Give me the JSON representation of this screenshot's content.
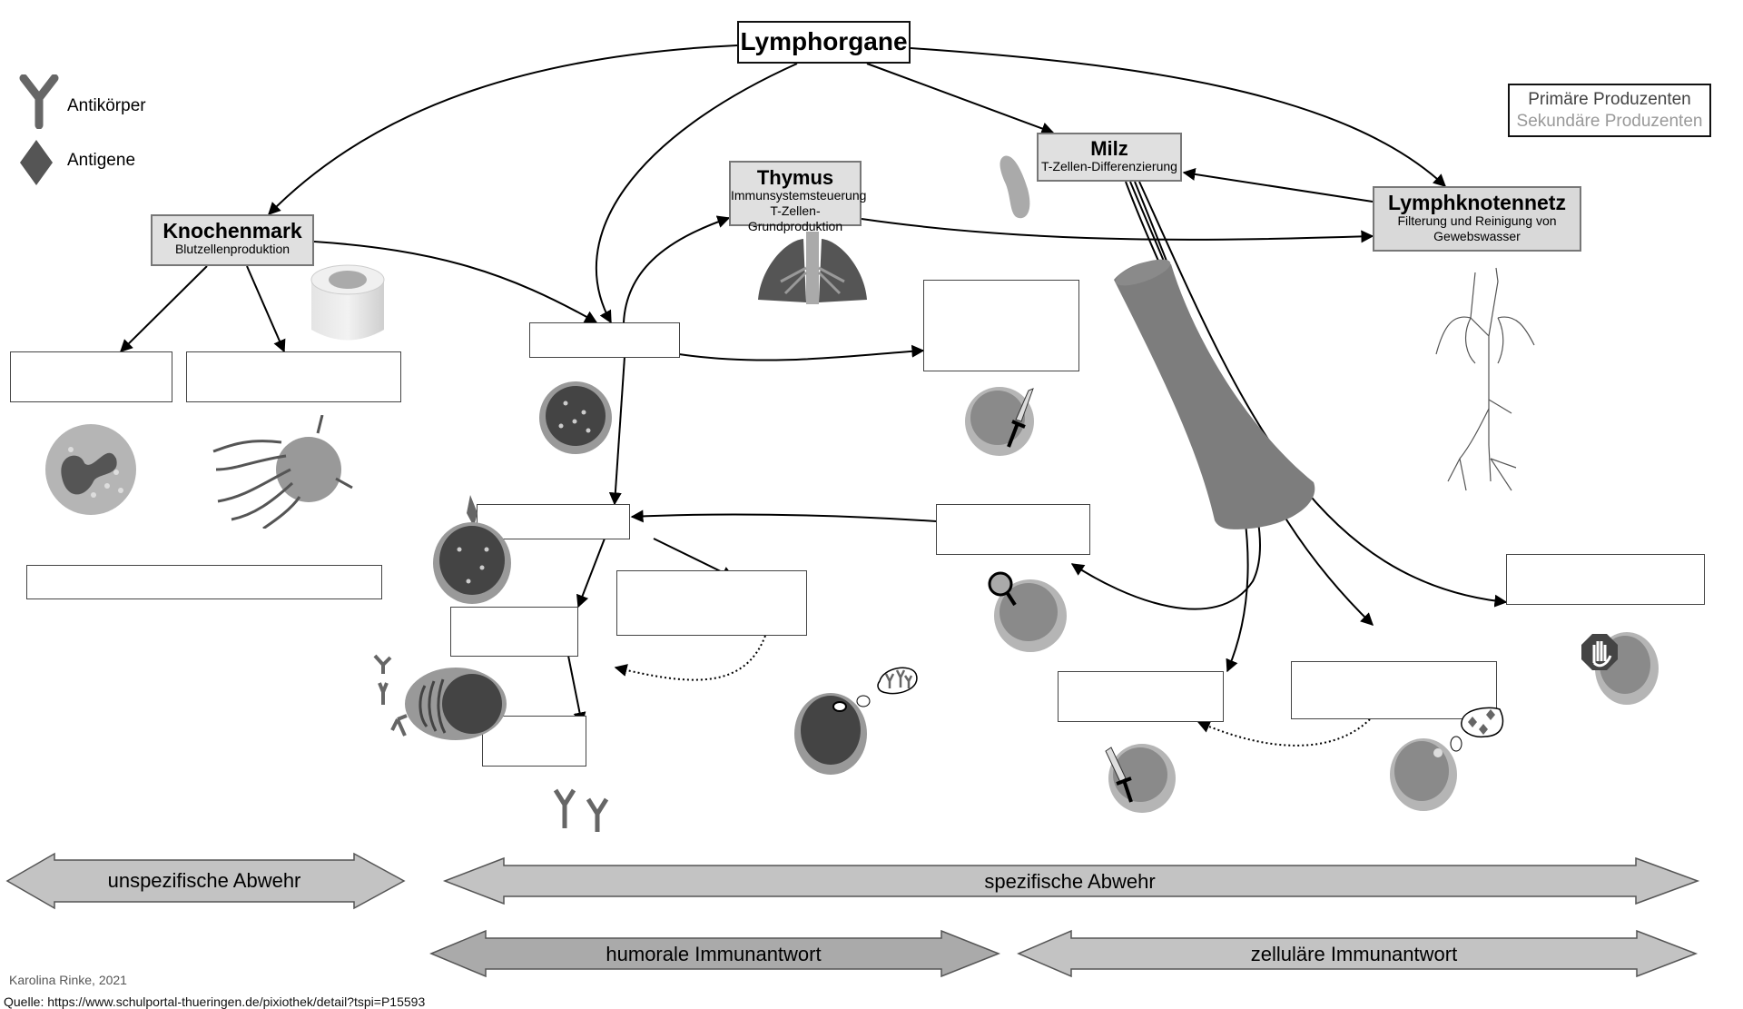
{
  "title": "Lymphorgane",
  "legend": {
    "antibody_label": "Antikörper",
    "antigen_label": "Antigene",
    "producers_primary": "Primäre Produzenten",
    "producers_secondary": "Sekundäre Produzenten",
    "colors": {
      "primary": "#444444",
      "secondary": "#999999"
    }
  },
  "organs": {
    "knochenmark": {
      "title": "Knochenmark",
      "subtitle": "Blutzellenproduktion",
      "icon": "bone-marrow-icon"
    },
    "thymus": {
      "title": "Thymus",
      "line1": "Immunsystemsteuerung",
      "line2": "T-Zellen-Grundproduktion",
      "icon": "lungs-thymus-icon"
    },
    "milz": {
      "title": "Milz",
      "subtitle": "T-Zellen-Differenzierung",
      "icon": "spleen-icon"
    },
    "lymphknotennetz": {
      "title": "Lymphknotennetz",
      "line1": "Filterung und Reinigung von",
      "line2": "Gewebswasser",
      "icon": "lymph-network-icon"
    }
  },
  "blank_boxes_count": 15,
  "cells": [
    {
      "name": "granulocyte",
      "icon": "granulocyte-icon"
    },
    {
      "name": "macrophage",
      "icon": "macrophage-icon"
    },
    {
      "name": "lymphocyte",
      "icon": "lymphocyte-icon"
    },
    {
      "name": "killer-t-cell",
      "icon": "sword-cell-icon"
    },
    {
      "name": "b-cell-antigen",
      "icon": "b-cell-icon"
    },
    {
      "name": "plasma-cell",
      "icon": "plasma-cell-icon"
    },
    {
      "name": "memory-b-cell",
      "icon": "memory-b-cell-icon"
    },
    {
      "name": "helper-t-cell",
      "icon": "magnifier-cell-icon"
    },
    {
      "name": "cytotoxic-t-cell",
      "icon": "sword-cell-icon"
    },
    {
      "name": "memory-t-cell",
      "icon": "memory-t-cell-icon"
    },
    {
      "name": "suppressor-t-cell",
      "icon": "stop-hand-cell-icon"
    }
  ],
  "bars": {
    "unspecific": "unspezifische Abwehr",
    "specific": "spezifische Abwehr",
    "humoral": "humorale Immunantwort",
    "cellular": "zelluläre Immunantwort"
  },
  "credit": "Karolina Rinke, 2021",
  "source": "Quelle: https://www.schulportal-thueringen.de/pixiothek/detail?tspi=P15593"
}
